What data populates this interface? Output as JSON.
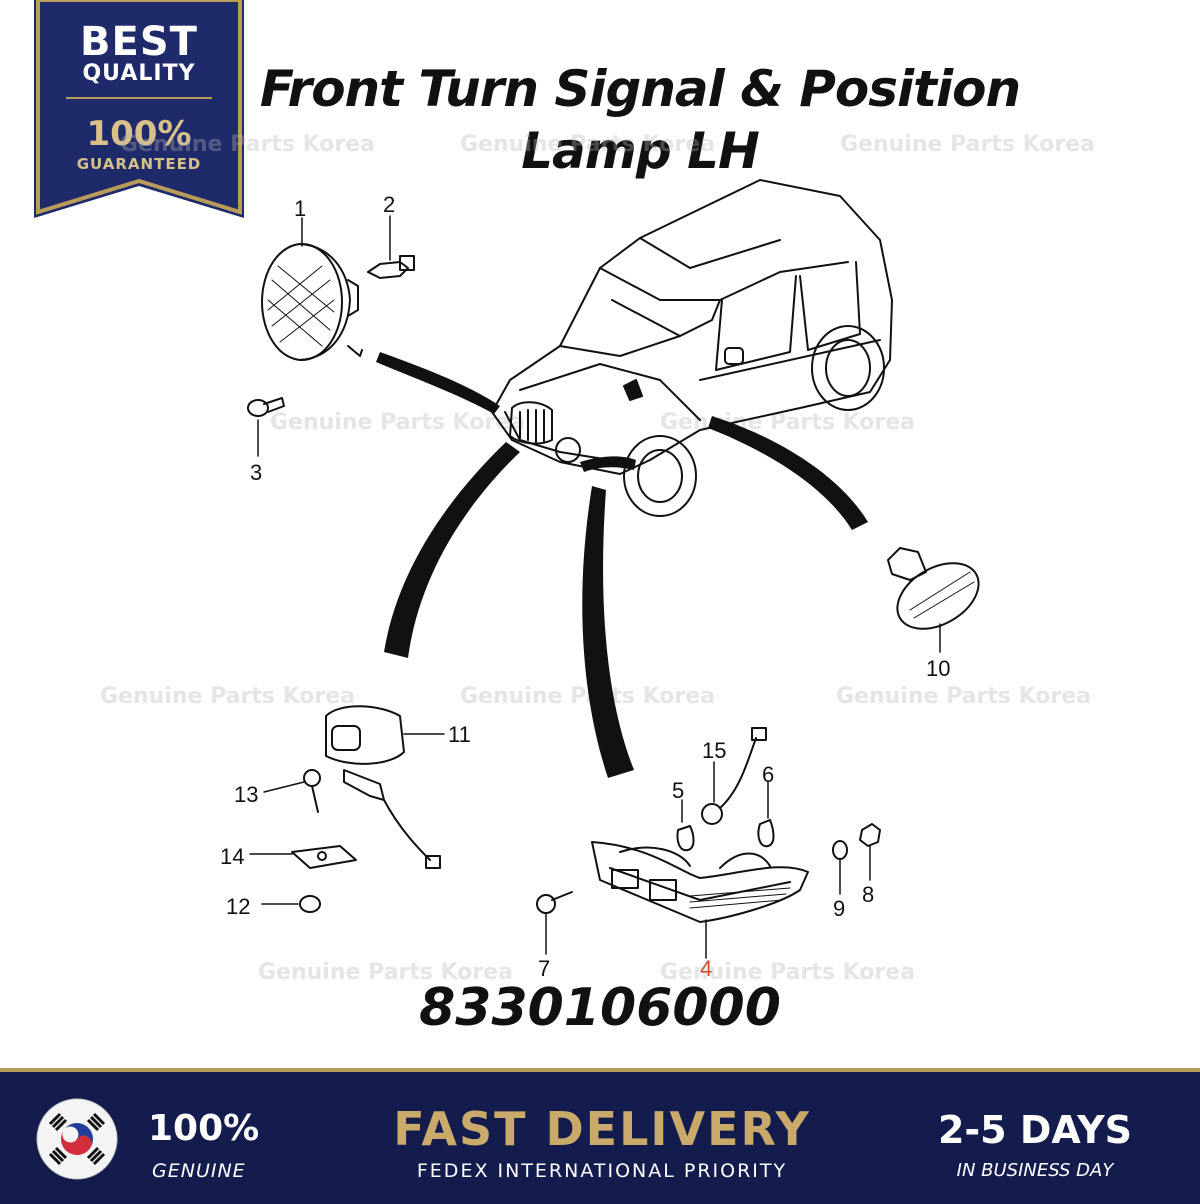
{
  "badge": {
    "line1": "BEST",
    "line2": "QUALITY",
    "line3": "100%",
    "line4": "GUARANTEED",
    "colors": {
      "navy": "#1f2a6b",
      "gold": "#b99b5a"
    }
  },
  "title": {
    "line1": "Front Turn Signal & Position",
    "line2": "Lamp LH"
  },
  "watermark_text": "Genuine Parts Korea",
  "callouts": [
    "1",
    "2",
    "3",
    "4",
    "5",
    "6",
    "7",
    "8",
    "9",
    "10",
    "11",
    "12",
    "13",
    "14",
    "15"
  ],
  "highlight_callout": {
    "label": "4",
    "color": "#d2492a"
  },
  "part_number": "8330106000",
  "footer": {
    "genuine_big": "100%",
    "genuine_small": "GENUINE",
    "fast_big": "FAST DELIVERY",
    "fast_small": "FEDEX INTERNATIONAL PRIORITY",
    "days_big": "2-5 DAYS",
    "days_small": "IN BUSINESS DAY",
    "flag_icon": "korea-flag-icon",
    "colors": {
      "background": "#141c4e",
      "gold": "#c9aa6a"
    }
  }
}
